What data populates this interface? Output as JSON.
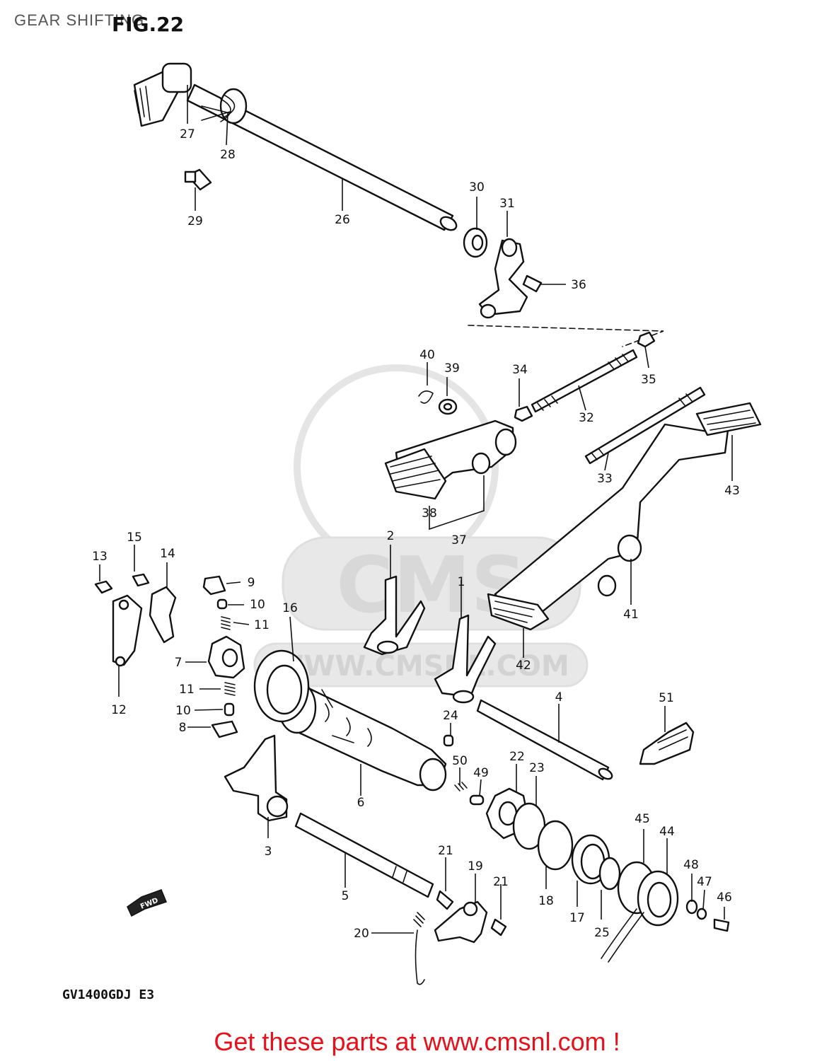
{
  "header": {
    "title": "GEAR SHIFTING",
    "figure": "FIG.22"
  },
  "model_code": "GV1400GDJ  E3",
  "footer": {
    "link_text": "Get these parts at www.cmsnl.com !"
  },
  "direction_badge": "FWD",
  "watermark": {
    "brand": "CMS",
    "url": "WWW.CMSNL.COM"
  },
  "colors": {
    "footer": "#e8101a",
    "ink": "#111111",
    "watermark": "#e6e6e6"
  },
  "callouts": [
    {
      "id": "c1",
      "label": "1"
    },
    {
      "id": "c2",
      "label": "2"
    },
    {
      "id": "c3",
      "label": "3"
    },
    {
      "id": "c4",
      "label": "4"
    },
    {
      "id": "c5",
      "label": "5"
    },
    {
      "id": "c6",
      "label": "6"
    },
    {
      "id": "c7",
      "label": "7"
    },
    {
      "id": "c8",
      "label": "8"
    },
    {
      "id": "c9",
      "label": "9"
    },
    {
      "id": "c10a",
      "label": "10"
    },
    {
      "id": "c10b",
      "label": "10"
    },
    {
      "id": "c11a",
      "label": "11"
    },
    {
      "id": "c11b",
      "label": "11"
    },
    {
      "id": "c12",
      "label": "12"
    },
    {
      "id": "c13",
      "label": "13"
    },
    {
      "id": "c14",
      "label": "14"
    },
    {
      "id": "c15",
      "label": "15"
    },
    {
      "id": "c16",
      "label": "16"
    },
    {
      "id": "c17",
      "label": "17"
    },
    {
      "id": "c18",
      "label": "18"
    },
    {
      "id": "c19",
      "label": "19"
    },
    {
      "id": "c20",
      "label": "20"
    },
    {
      "id": "c21a",
      "label": "21"
    },
    {
      "id": "c21b",
      "label": "21"
    },
    {
      "id": "c22",
      "label": "22"
    },
    {
      "id": "c23",
      "label": "23"
    },
    {
      "id": "c24",
      "label": "24"
    },
    {
      "id": "c25",
      "label": "25"
    },
    {
      "id": "c26",
      "label": "26"
    },
    {
      "id": "c27",
      "label": "27"
    },
    {
      "id": "c28",
      "label": "28"
    },
    {
      "id": "c29",
      "label": "29"
    },
    {
      "id": "c30",
      "label": "30"
    },
    {
      "id": "c31",
      "label": "31"
    },
    {
      "id": "c32",
      "label": "32"
    },
    {
      "id": "c33",
      "label": "33"
    },
    {
      "id": "c34",
      "label": "34"
    },
    {
      "id": "c35",
      "label": "35"
    },
    {
      "id": "c36",
      "label": "36"
    },
    {
      "id": "c37",
      "label": "37"
    },
    {
      "id": "c38",
      "label": "38"
    },
    {
      "id": "c39",
      "label": "39"
    },
    {
      "id": "c40",
      "label": "40"
    },
    {
      "id": "c41",
      "label": "41"
    },
    {
      "id": "c42",
      "label": "42"
    },
    {
      "id": "c43",
      "label": "43"
    },
    {
      "id": "c44",
      "label": "44"
    },
    {
      "id": "c45",
      "label": "45"
    },
    {
      "id": "c46",
      "label": "46"
    },
    {
      "id": "c47",
      "label": "47"
    },
    {
      "id": "c48",
      "label": "48"
    },
    {
      "id": "c49",
      "label": "49"
    },
    {
      "id": "c50",
      "label": "50"
    },
    {
      "id": "c51",
      "label": "51"
    }
  ]
}
